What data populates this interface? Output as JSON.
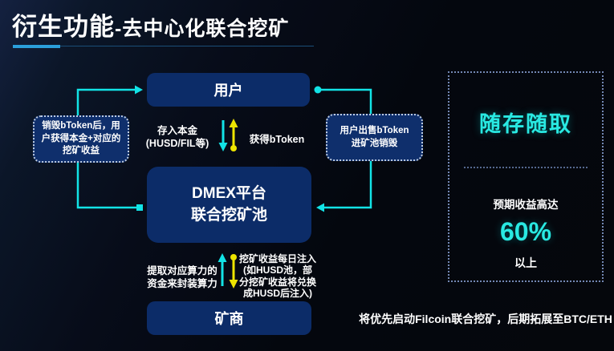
{
  "title": {
    "main": "衍生功能",
    "sub": "-去中心化联合挖矿"
  },
  "diagram": {
    "nodes": {
      "user": "用户",
      "pool": "DMEX平台\n联合挖矿池",
      "miner": "矿商"
    },
    "notes": {
      "left": "销毁bToken后，用\n户获得本金+对应的\n挖矿收益",
      "right": "用户出售bToken\n进矿池销毁"
    },
    "flow_labels": {
      "deposit": "存入本金\n(HUSD/FIL等)",
      "receive": "获得bToken",
      "withdraw": "提取对应算力的\n资金来封装算力",
      "income": "挖矿收益每日注入\n(如HUSD池，部\n分挖矿收益将兑换\n成HUSD后注入)"
    }
  },
  "panel": {
    "headline": "随存随取",
    "expect_label": "预期收益高达",
    "value": "60%",
    "suffix": "以上"
  },
  "footnote": "将优先启动Filcoin联合挖矿，后期拓展至BTC/ETH",
  "colors": {
    "accent_cyan": "#12e3e6",
    "accent_yellow": "#ede400",
    "node_fill": "#0c2c68",
    "title_underline": "#2b9fdb",
    "panel_border": "#7388b4"
  }
}
